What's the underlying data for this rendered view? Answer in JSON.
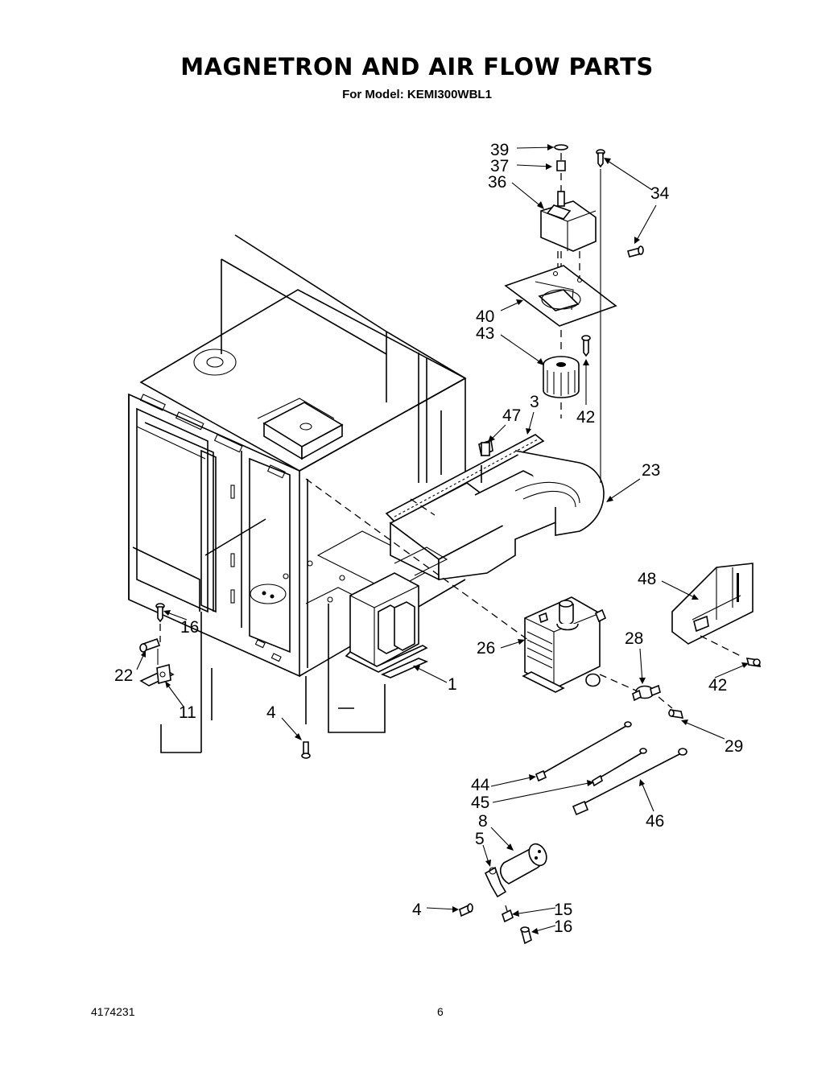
{
  "title": "MAGNETRON AND AIR FLOW PARTS",
  "subtitle": "For Model: KEMI300WBL1",
  "footer": {
    "doc_number": "4174231",
    "page_number": "6"
  },
  "callouts": {
    "c39": "39",
    "c37": "37",
    "c36": "36",
    "c34": "34",
    "c40": "40",
    "c43": "43",
    "c42a": "42",
    "c47": "47",
    "c3": "3",
    "c23": "23",
    "c48": "48",
    "c16a": "16",
    "c22": "22",
    "c11": "11",
    "c26": "26",
    "c28": "28",
    "c42b": "42",
    "c1": "1",
    "c4a": "4",
    "c29": "29",
    "c44": "44",
    "c45": "45",
    "c46": "46",
    "c8": "8",
    "c5": "5",
    "c4b": "4",
    "c15": "15",
    "c16b": "16"
  }
}
